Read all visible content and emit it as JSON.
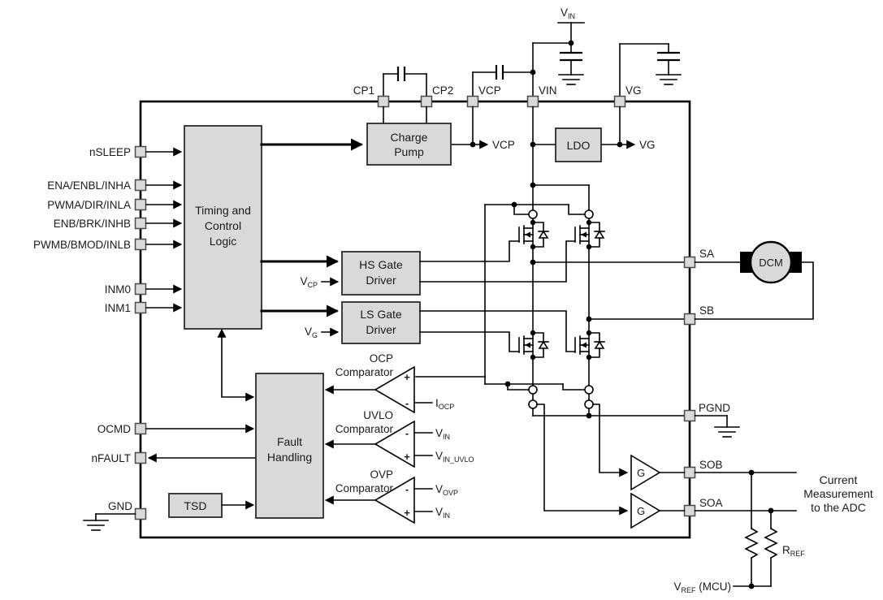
{
  "colors": {
    "block_fill": "#d9d9d9",
    "line": "#000000",
    "pin_fill": "#d9d9d9",
    "motor_tab": "#000000"
  },
  "pins": {
    "left": [
      {
        "label": "nSLEEP"
      },
      {
        "label": "ENA/ENBL/INHA"
      },
      {
        "label": "PWMA/DIR/INLA"
      },
      {
        "label": "ENB/BRK/INHB"
      },
      {
        "label": "PWMB/BMOD/INLB"
      },
      {
        "label": "INM0"
      },
      {
        "label": "INM1"
      },
      {
        "label": "OCMD"
      },
      {
        "label": "nFAULT"
      },
      {
        "label": "GND"
      }
    ],
    "top": [
      {
        "label": "CP1"
      },
      {
        "label": "CP2"
      },
      {
        "label": "VCP"
      },
      {
        "label": "VIN"
      },
      {
        "label": "VG"
      }
    ],
    "right": [
      {
        "label": "SA"
      },
      {
        "label": "SB"
      },
      {
        "label": "PGND"
      },
      {
        "label": "SOB"
      },
      {
        "label": "SOA"
      }
    ]
  },
  "blocks": {
    "tcl": {
      "line1": "Timing and",
      "line2": "Control",
      "line3": "Logic"
    },
    "charge_pump": {
      "line1": "Charge",
      "line2": "Pump"
    },
    "ldo": {
      "label": "LDO"
    },
    "hs_driver": {
      "line1": "HS Gate",
      "line2": "Driver"
    },
    "ls_driver": {
      "line1": "LS Gate",
      "line2": "Driver"
    },
    "fault": {
      "line1": "Fault",
      "line2": "Handling"
    },
    "tsd": {
      "label": "TSD"
    }
  },
  "comparators": {
    "ocp": {
      "title1": "OCP",
      "title2": "Comparator",
      "top_sign": "+",
      "bottom_sign": "-",
      "bottom_input": {
        "main": "I",
        "sub": "OCP"
      }
    },
    "uvlo": {
      "title1": "UVLO",
      "title2": "Comparator",
      "top_sign": "-",
      "bottom_sign": "+",
      "top_input": {
        "main": "V",
        "sub": "IN"
      },
      "bottom_input": {
        "main": "V",
        "sub": "IN_UVLO"
      }
    },
    "ovp": {
      "title1": "OVP",
      "title2": "Comparator",
      "top_sign": "-",
      "bottom_sign": "+",
      "top_input": {
        "main": "V",
        "sub": "OVP"
      },
      "bottom_input": {
        "main": "V",
        "sub": "IN"
      }
    }
  },
  "signals": {
    "vin_supply": {
      "main": "V",
      "sub": "IN"
    },
    "vcp_arrow": "VCP",
    "vg_arrow": "VG",
    "vcp_input": {
      "main": "V",
      "sub": "CP"
    },
    "vg_input": {
      "main": "V",
      "sub": "G"
    }
  },
  "amps": {
    "sob": "G",
    "soa": "G"
  },
  "motor": {
    "label": "DCM"
  },
  "sense": {
    "adc_note": {
      "line1": "Current",
      "line2": "Measurement",
      "line3": "to the ADC"
    },
    "rref": {
      "main": "R",
      "sub": "REF"
    },
    "vref": {
      "main": "V",
      "sub": "REF",
      "rest": " (MCU)"
    }
  }
}
